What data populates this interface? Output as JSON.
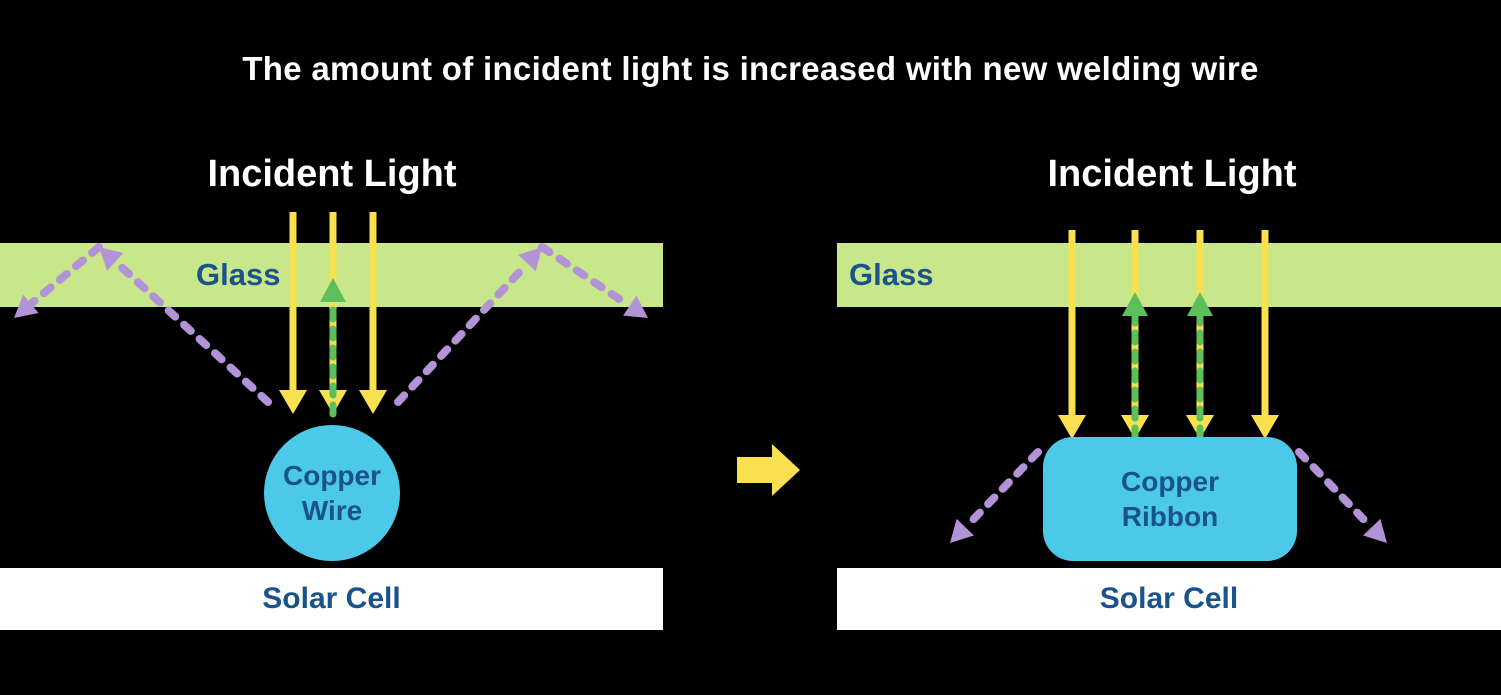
{
  "title": "The amount of incident light is increased with new welding wire",
  "colors": {
    "background": "#000000",
    "title_text": "#ffffff",
    "glass": "#c8e68a",
    "solar_cell": "#ffffff",
    "copper": "#4cc8e9",
    "label_blue": "#1a538b",
    "incident_yellow": "#f8e04e",
    "reflect_green": "#5cbf5c",
    "scatter_purple": "#b393d7"
  },
  "left_panel": {
    "incident_light_label": "Incident Light",
    "glass_label": "Glass",
    "component": {
      "line1": "Copper",
      "line2": "Wire"
    },
    "solar_cell_label": "Solar Cell"
  },
  "right_panel": {
    "incident_light_label": "Incident Light",
    "glass_label": "Glass",
    "component": {
      "line1": "Copper",
      "line2": "Ribbon"
    },
    "solar_cell_label": "Solar Cell"
  },
  "transition": {
    "icon": "right-arrow"
  }
}
